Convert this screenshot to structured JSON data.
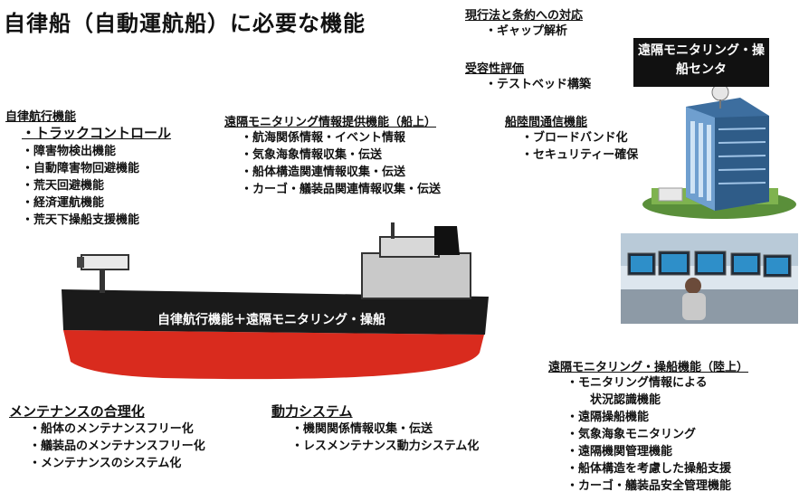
{
  "title": "自律船（自動運航船）に必要な機能",
  "laws": {
    "heading": "現行法と条約への対応",
    "items": [
      "ギャップ解析"
    ]
  },
  "acceptance": {
    "heading": "受容性評価",
    "items": [
      "テストベッド構築"
    ]
  },
  "control_center_label": "遠隔モニタリング・操船センタ",
  "autonomous_nav": {
    "heading": "自律航行機能",
    "items": [
      "トラックコントロール",
      "障害物検出機能",
      "自動障害物回避機能",
      "荒天回避機能",
      "経済運航機能",
      "荒天下操船支援機能"
    ]
  },
  "remote_info": {
    "heading": "遠隔モニタリング情報提供機能（船上）",
    "items": [
      "航海関係情報・イベント情報",
      "気象海象情報収集・伝送",
      "船体構造関連情報収集・伝送",
      "カーゴ・艤装品関連情報収集・伝送"
    ]
  },
  "ship_shore": {
    "heading": "船陸間通信機能",
    "items": [
      "ブロードバンド化",
      "セキュリティー確保"
    ]
  },
  "ship_label": "自律航行機能＋遠隔モニタリング・操船",
  "maintenance": {
    "heading": "メンテナンスの合理化",
    "items": [
      "船体のメンテナンスフリー化",
      "艤装品のメンテナンスフリー化",
      "メンテナンスのシステム化"
    ]
  },
  "power": {
    "heading": "動力システム",
    "items": [
      "機関関係情報収集・伝送",
      "レスメンテナンス動力システム化"
    ]
  },
  "remote_control": {
    "heading": "遠隔モニタリング・操船機能（陸上）",
    "item1_line1": "モニタリング情報による",
    "item1_line2": "状況認識機能",
    "items": [
      "遠隔操船機能",
      "気象海象モニタリング",
      "遠隔機関管理機能",
      "船体構造を考慮した操船支援",
      "カーゴ・艤装品安全管理機能"
    ]
  },
  "colors": {
    "hull_red": "#d92b1e",
    "hull_black": "#1a1a1a",
    "superstructure": "#c9c9c9",
    "building_blue": "#4a7fb5"
  }
}
